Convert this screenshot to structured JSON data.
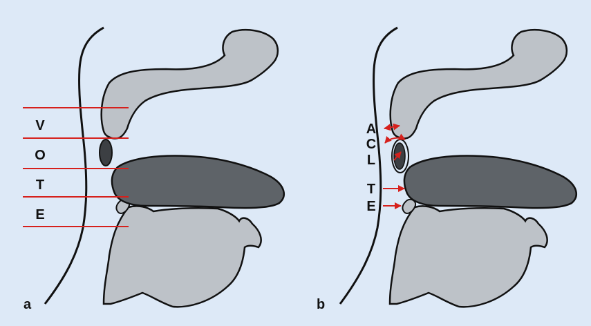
{
  "colors": {
    "background": "#dde9f7",
    "outline": "#111111",
    "light_tissue": "#bdc2c8",
    "dark_tissue": "#5e6368",
    "tonsil": "#3c3f43",
    "level_line": "#d6201c"
  },
  "panel_a": {
    "label": "a",
    "levels": [
      "V",
      "O",
      "T",
      "E"
    ]
  },
  "panel_b": {
    "label": "b",
    "markers": [
      "A",
      "C",
      "L",
      "T",
      "E"
    ]
  }
}
